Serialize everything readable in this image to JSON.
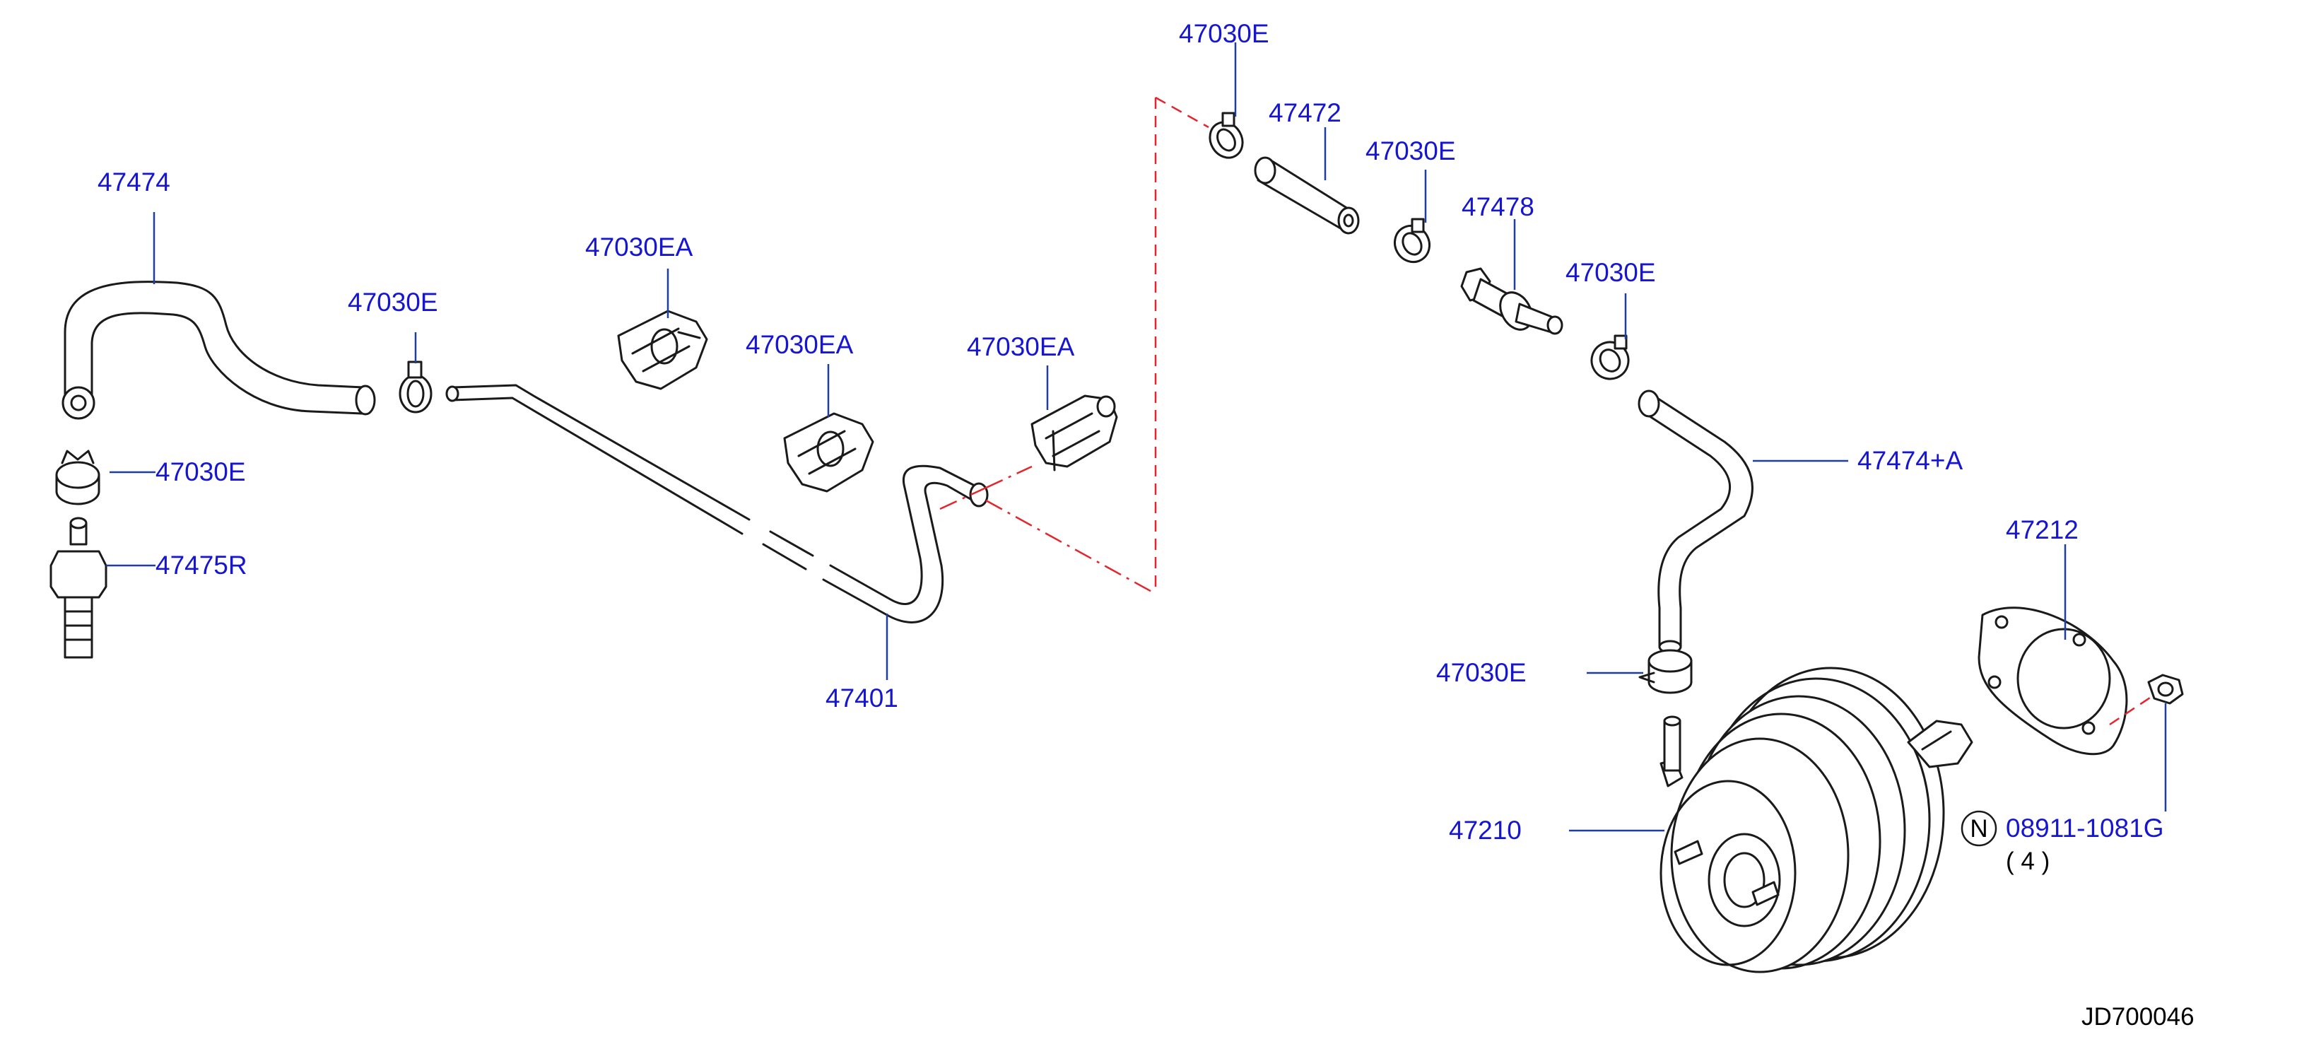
{
  "diagram": {
    "labels": {
      "hose_left": "47474",
      "clamp_left_top": "47030E",
      "clip_1": "47030EA",
      "clip_2": "47030EA",
      "clip_3": "47030EA",
      "clamp_left_bottom": "47030E",
      "valve_left": "47475R",
      "tube": "47401",
      "clamp_top": "47030E",
      "hose_short": "47472",
      "clamp_mid": "47030E",
      "check_valve": "47478",
      "clamp_right": "47030E",
      "hose_right": "47474+A",
      "gasket": "47212",
      "clamp_booster": "47030E",
      "booster": "47210",
      "nut": "08911-1081G",
      "nut_symbol": "N",
      "nut_qty": "( 4 )"
    },
    "reference": "JD700046"
  }
}
